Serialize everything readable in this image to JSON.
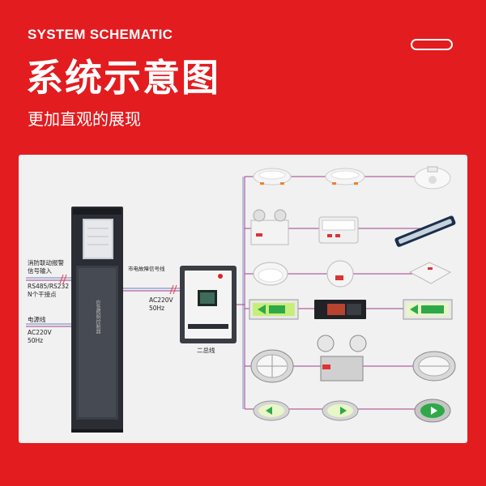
{
  "header": {
    "english_title": "SYSTEM SCHEMATIC",
    "chinese_title": "系统示意图",
    "subtitle": "更加直观的展现"
  },
  "left_labels": {
    "fire_link_line1": "消防联动报警",
    "fire_link_line2": "信号输入",
    "rs485": "RS485/RS232",
    "dry_contact": "N个干接点",
    "power_line": "电源线",
    "power_voltage": "AC220V",
    "power_freq": "50Hz"
  },
  "controller_labels": {
    "mains_fault_signal": "市电故障信号线",
    "voltage": "AC220V",
    "freq": "50Hz",
    "bus": "二总线"
  },
  "cabinet": {
    "vertical_text": "应急照明控制器"
  },
  "colors": {
    "brand_red": "#e21c1f",
    "panel_bg": "#f1f1f1",
    "wire_purple": "#a0408a",
    "wire_blue": "#6a7ec8",
    "cabinet_dark": "#2a2d33",
    "exit_green": "#2fa84a"
  },
  "devices": [
    {
      "row": 1,
      "items": [
        "downlight",
        "downlight",
        "ceiling-light"
      ]
    },
    {
      "row": 2,
      "items": [
        "twin-head-emergency-light",
        "wall-emergency-light",
        "tube-light"
      ]
    },
    {
      "row": 3,
      "items": [
        "dome-light",
        "ceiling-emergency-light",
        "square-ceiling-light"
      ]
    },
    {
      "row": 4,
      "items": [
        "exit-sign-left",
        "exit-sign-black",
        "exit-sign-arrow"
      ]
    },
    {
      "row": 5,
      "items": [
        "bulkhead-round-light",
        "explosion-proof-twin-light",
        "bulkhead-oval-light"
      ]
    },
    {
      "row": 6,
      "items": [
        "floor-arrow-light",
        "floor-arrow-light",
        "floor-round-arrow-light"
      ]
    }
  ]
}
